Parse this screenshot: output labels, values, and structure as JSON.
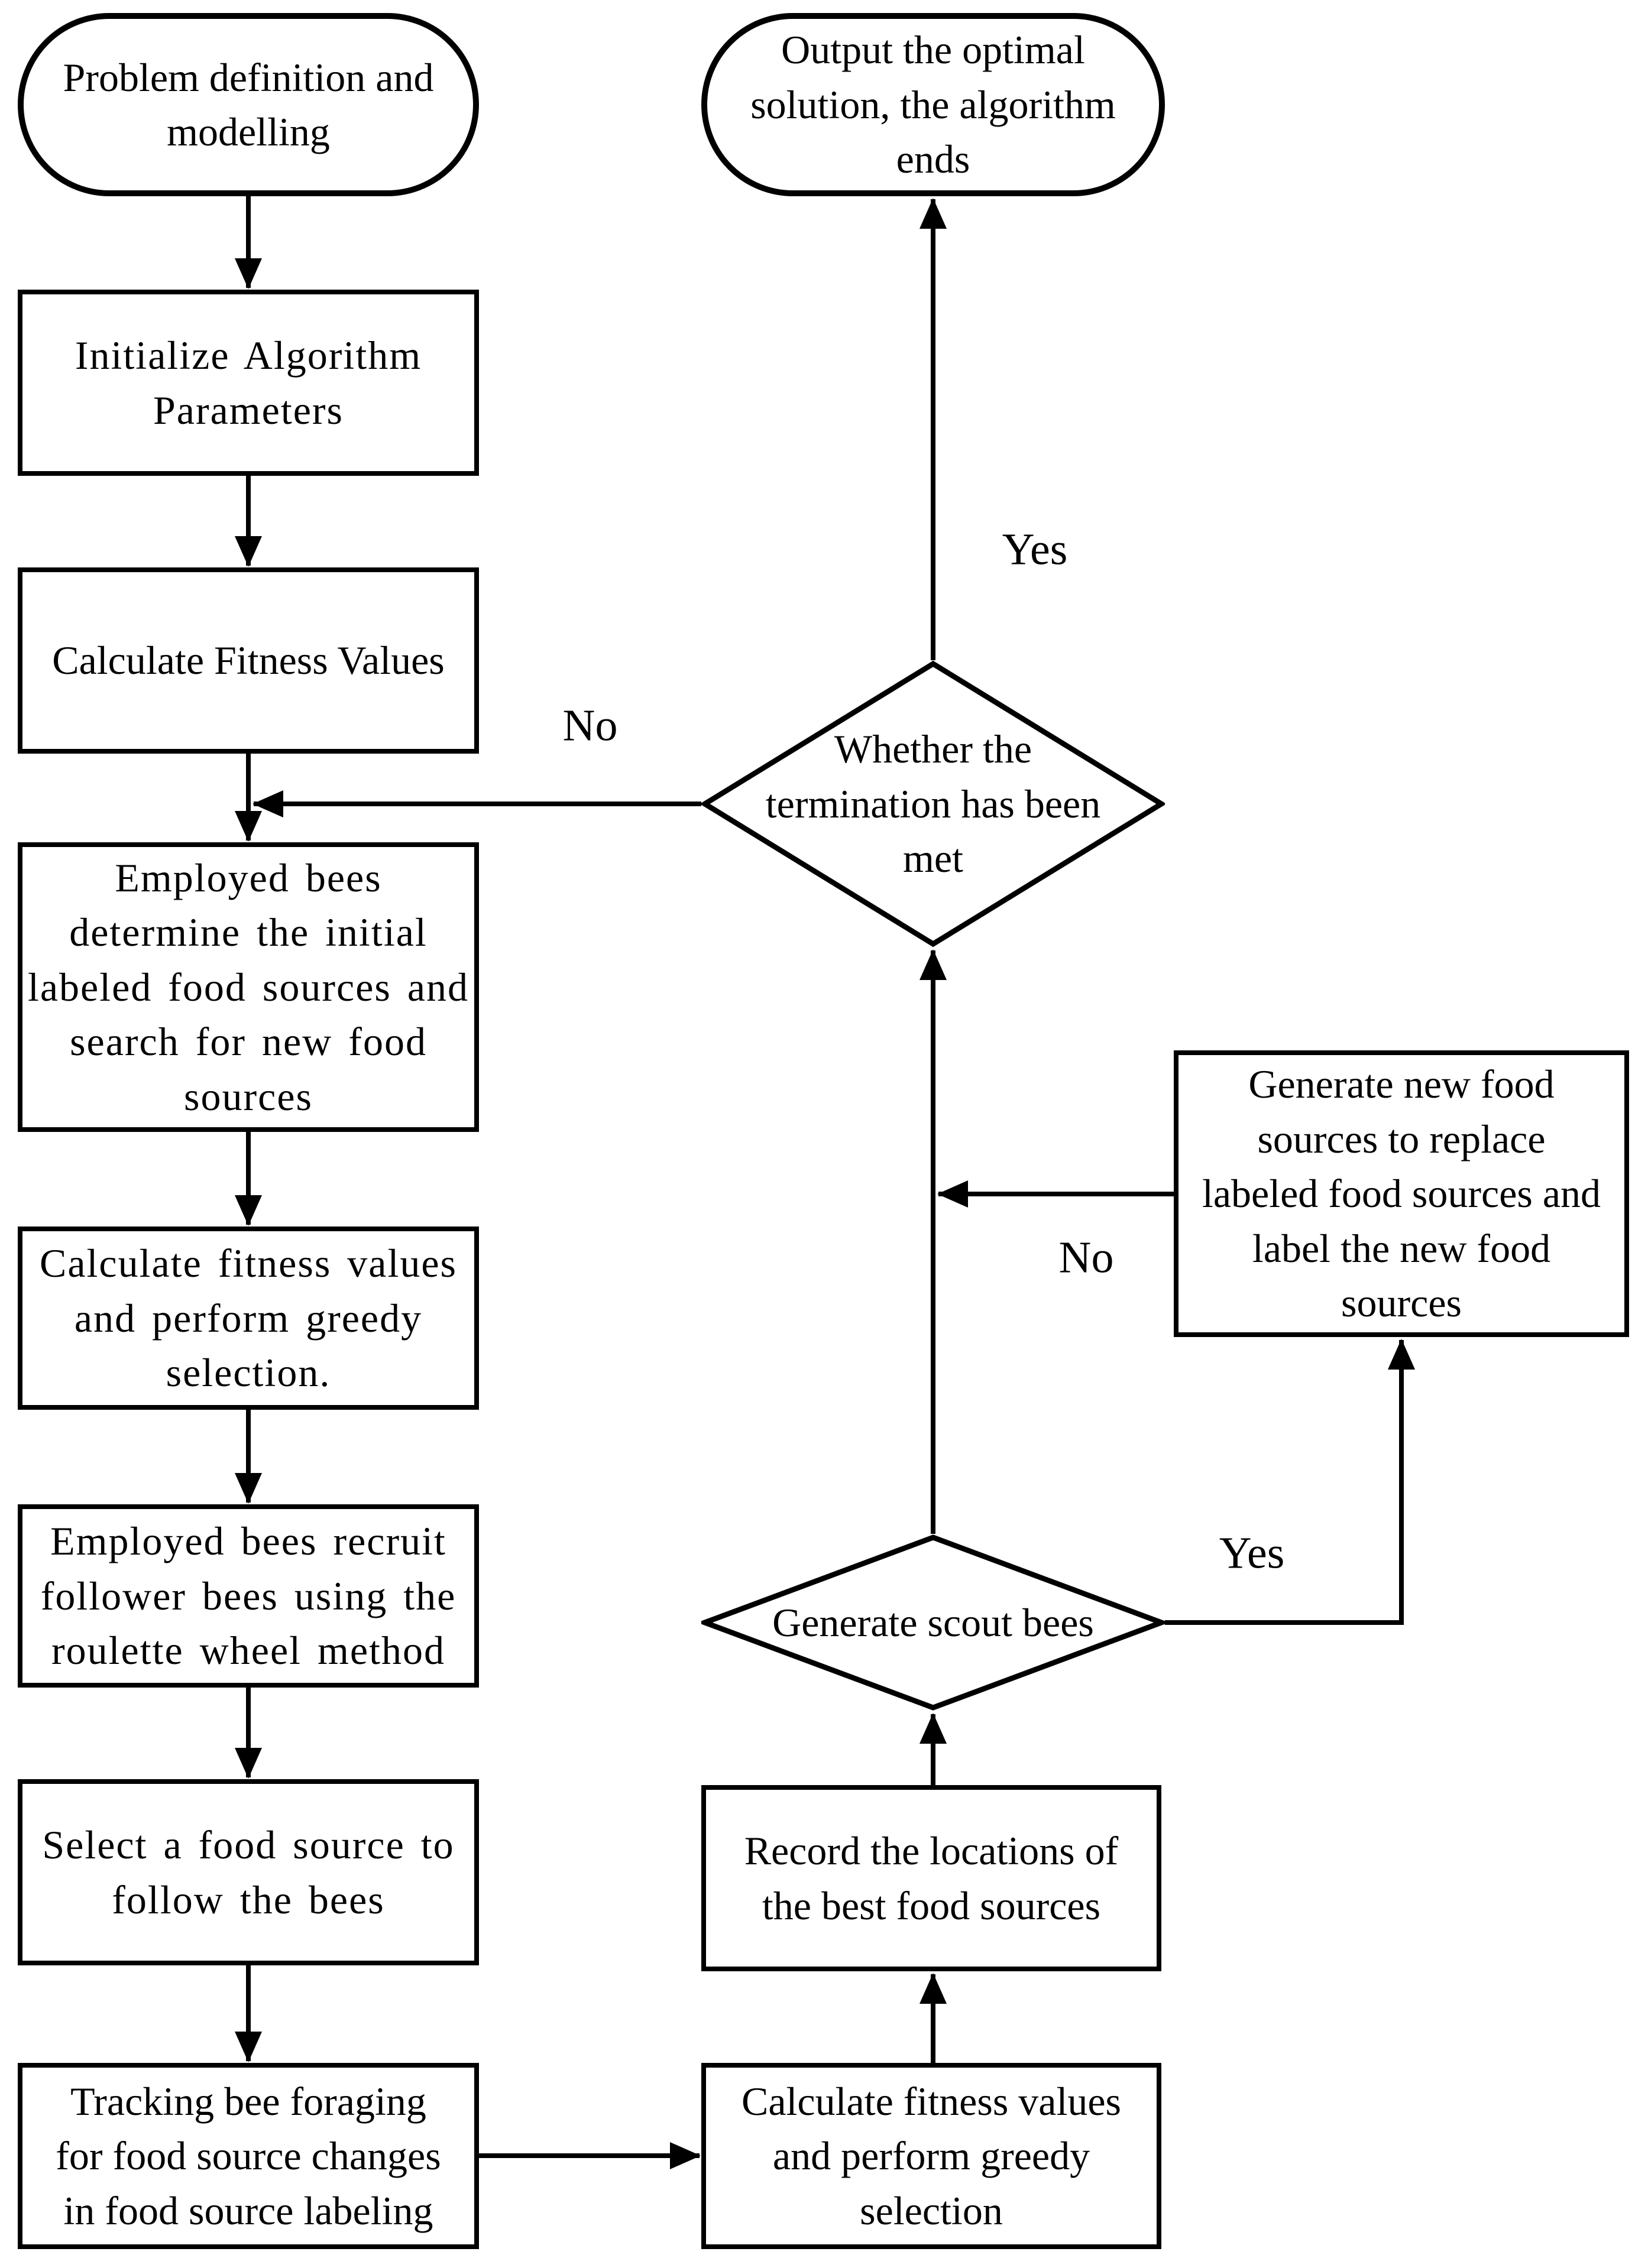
{
  "figure": {
    "background": "#ffffff",
    "stroke_color": "#000000"
  },
  "nodes": {
    "start": {
      "shape": "terminator",
      "label": "Problem definition and\nmodelling"
    },
    "init_params": {
      "shape": "process",
      "label": "Initialize Algorithm\nParameters"
    },
    "calc_fitness": {
      "shape": "process",
      "label": "Calculate Fitness Values"
    },
    "employed_search": {
      "shape": "process",
      "label": "Employed bees\ndetermine the initial\nlabeled food sources and\nsearch for new food\nsources"
    },
    "greedy_selection_1": {
      "shape": "process",
      "label": "Calculate fitness values\nand perform greedy\nselection."
    },
    "recruit_followers": {
      "shape": "process",
      "label": "Employed bees recruit\nfollower bees using the\nroulette wheel method"
    },
    "select_food_source": {
      "shape": "process",
      "label": "Select a food source to\nfollow the bees"
    },
    "tracking_bee": {
      "shape": "process",
      "label": "Tracking bee foraging\nfor food source changes\nin food source labeling"
    },
    "greedy_selection_2": {
      "shape": "process",
      "label": "Calculate fitness values\nand perform greedy\nselection"
    },
    "record_locations": {
      "shape": "process",
      "label": "Record the locations of\nthe best food sources"
    },
    "scout_bees": {
      "shape": "decision",
      "label": "Generate scout bees"
    },
    "generate_new_sources": {
      "shape": "process",
      "label": "Generate new food\nsources to replace\nlabeled food sources and\nlabel the new food\nsources"
    },
    "termination": {
      "shape": "decision",
      "label": "Whether the\ntermination has been\nmet"
    },
    "end": {
      "shape": "terminator",
      "label": "Output the optimal\nsolution, the algorithm\nends"
    }
  },
  "edge_labels": {
    "termination_yes": "Yes",
    "termination_no": "No",
    "scout_no": "No",
    "scout_yes": "Yes"
  }
}
